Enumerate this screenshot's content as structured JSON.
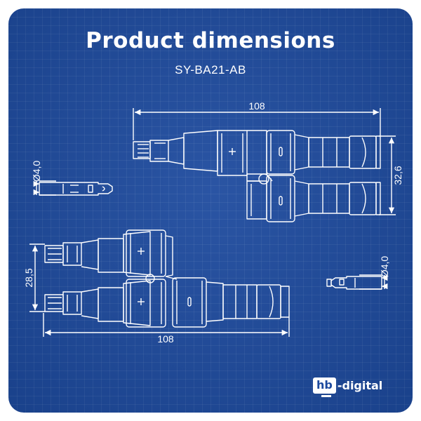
{
  "header": {
    "title": "Product dimensions",
    "model": "SY-BA21-AB"
  },
  "dimensions": {
    "top_length": "108",
    "top_height": "32,6",
    "side_diameter_left": "Ø4,0",
    "bottom_spacing": "28,5",
    "bottom_length": "108",
    "side_diameter_right": "Ø4,0"
  },
  "logo": {
    "box_text": "hb",
    "text": "-digital"
  },
  "colors": {
    "background": "#1d4a9e",
    "line": "#ffffff"
  }
}
